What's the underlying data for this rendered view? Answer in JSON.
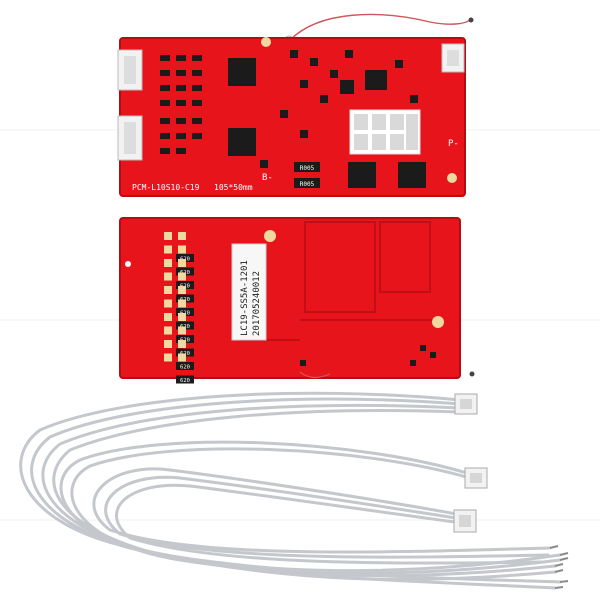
{
  "colors": {
    "background": "#ffffff",
    "pcb_red": "#e8141c",
    "pcb_edge": "#b40c12",
    "silkscreen": "#ffffff",
    "chip_black": "#1b1b1b",
    "connector_white": "#f2f2f2",
    "wire_grey": "#c4c7cc",
    "label_white": "#f7f7f7"
  },
  "top_board": {
    "model_text": "PCM-L10S10-C19",
    "size_text": "105*50mm",
    "marker_b": "B-",
    "marker_p": "P-",
    "resistor_1": "R005",
    "resistor_2": "R005"
  },
  "bottom_board": {
    "label_line_1": "LC19-SS5A-1201",
    "label_line_2": "201705240012",
    "cell_marks": [
      "620",
      "620",
      "620",
      "620",
      "620",
      "620",
      "620",
      "620",
      "620",
      "620"
    ]
  },
  "icons": {
    "connector": "jst-connector-icon",
    "wire_tip": "wire-tip-icon"
  }
}
